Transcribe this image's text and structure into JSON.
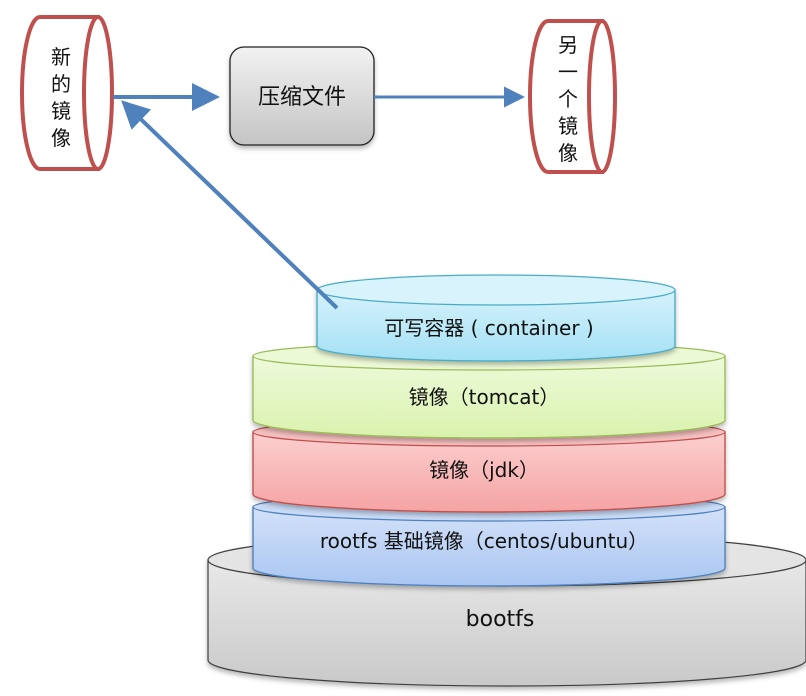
{
  "title": "Docker image layers diagram",
  "source_image": {
    "label_chars": [
      "新",
      "的",
      "镜",
      "像"
    ],
    "label": "新的镜像",
    "color": "#C0504D"
  },
  "process_box": {
    "label": "压缩文件"
  },
  "target_image": {
    "label_chars": [
      "另",
      "一",
      "个",
      "镜",
      "像"
    ],
    "label": "另一个镜像",
    "color": "#C0504D"
  },
  "arrow_color": "#4F81BD",
  "layers": [
    {
      "id": "container",
      "label": "可写容器 ( container )"
    },
    {
      "id": "tomcat",
      "label": "镜像（tomcat）"
    },
    {
      "id": "jdk",
      "label": "镜像（jdk）"
    },
    {
      "id": "rootfs",
      "label": "rootfs 基础镜像（centos/ubuntu）"
    },
    {
      "id": "bootfs",
      "label": "bootfs"
    }
  ],
  "colors": {
    "container": "#B7E6F7",
    "tomcat": "#E4F7C5",
    "jdk": "#F9B8B8",
    "rootfs": "#BCD2F5",
    "bootfs": "#D8D8D8"
  }
}
